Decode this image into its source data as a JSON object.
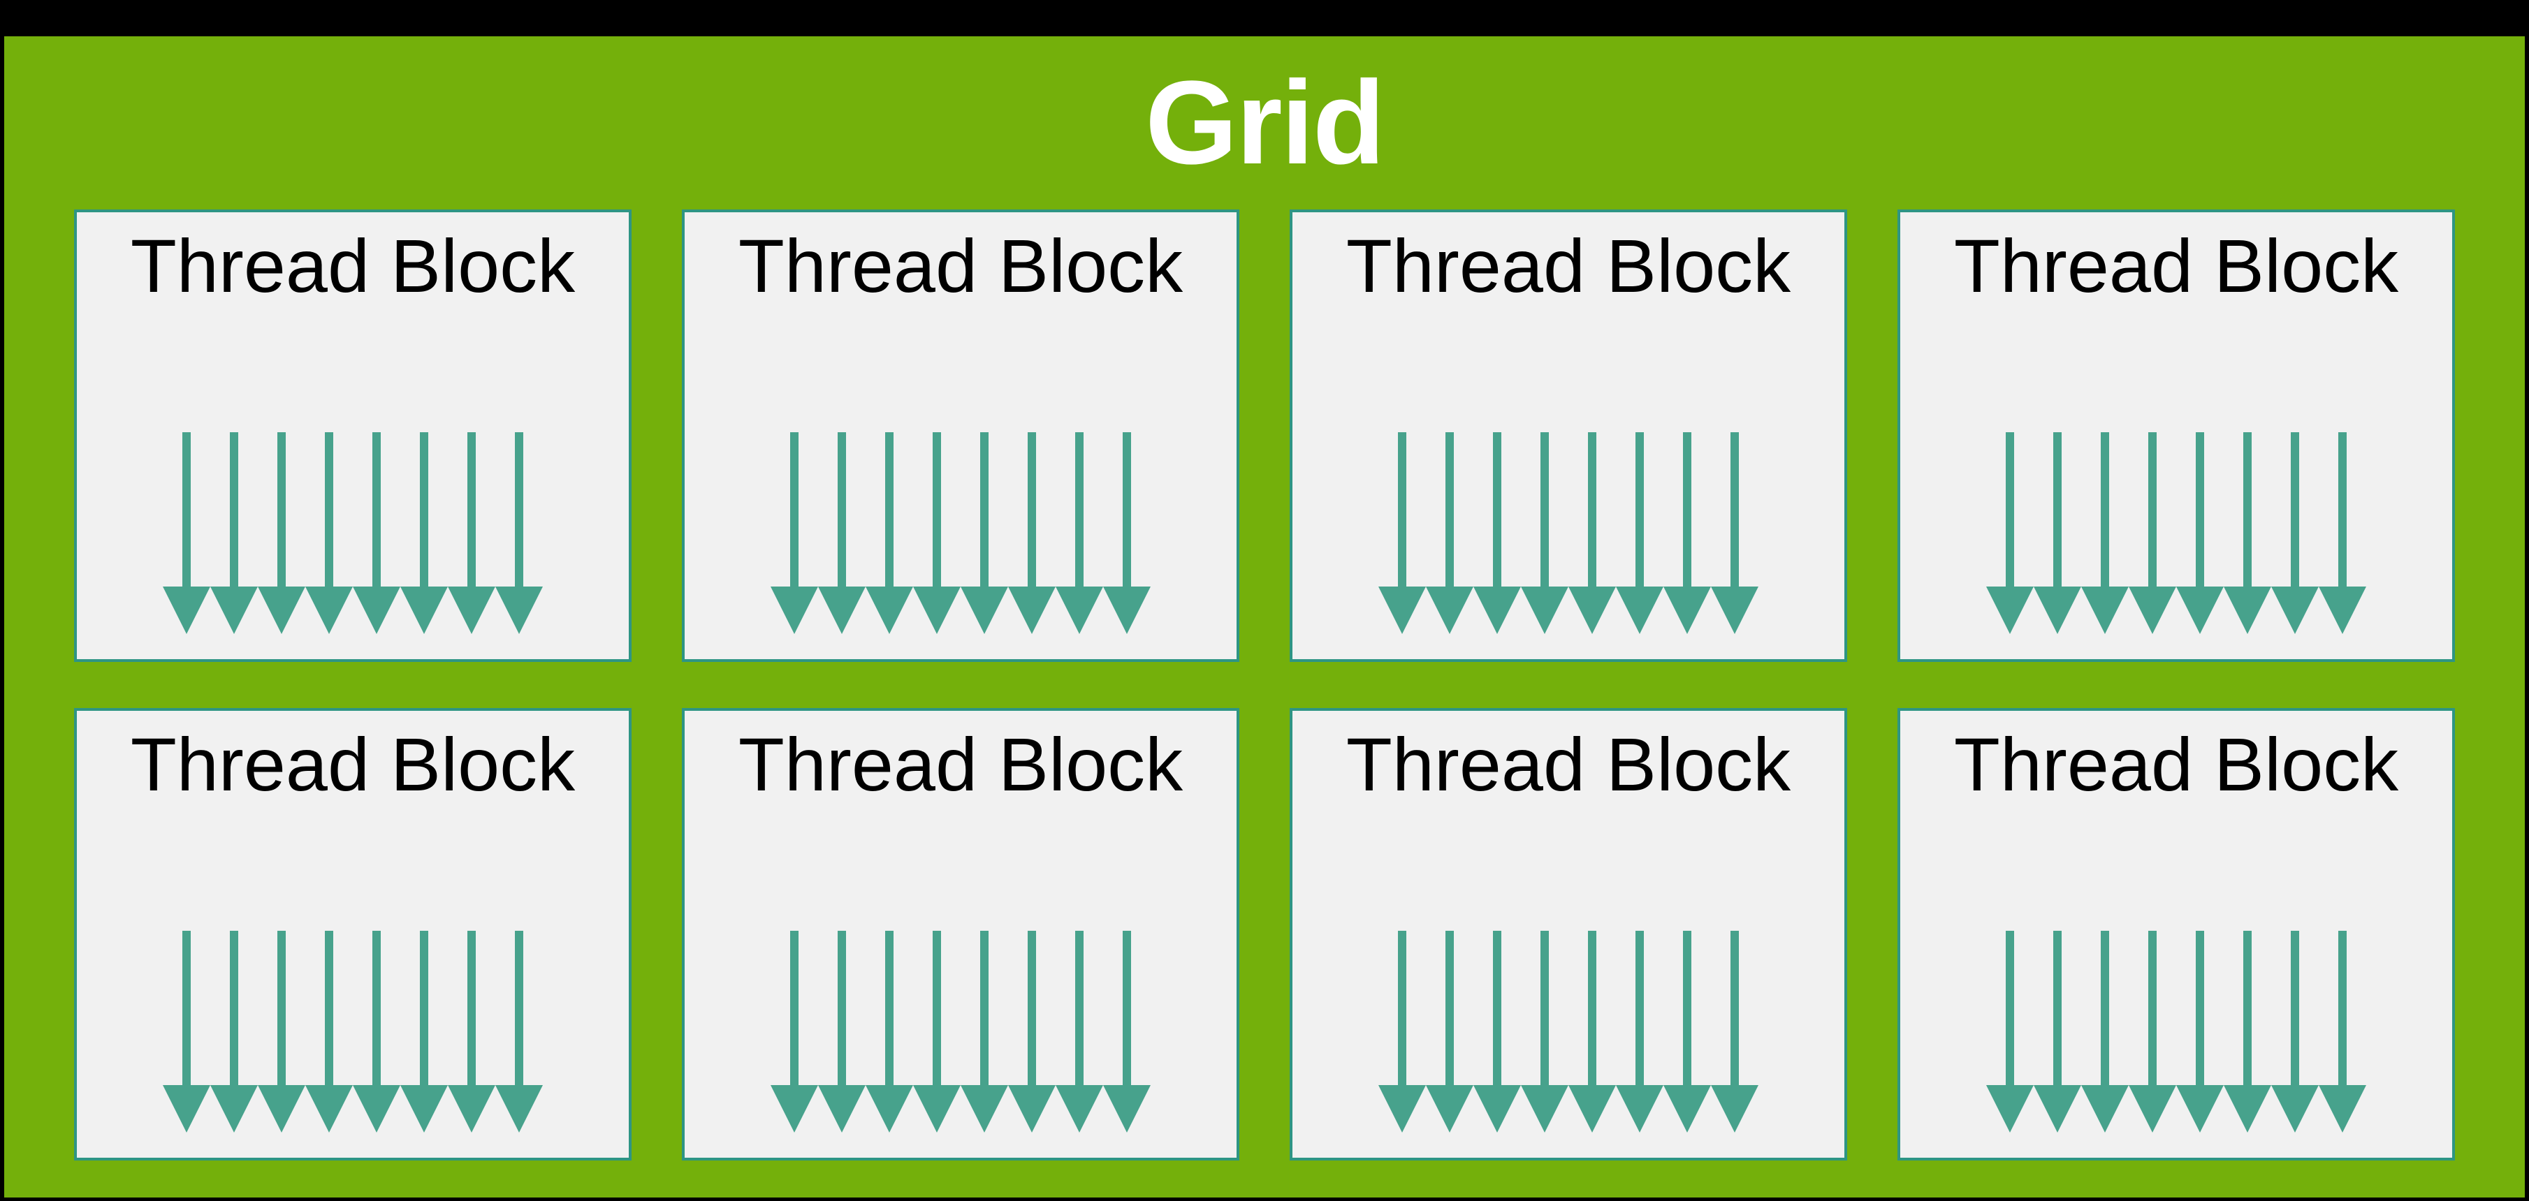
{
  "colors": {
    "frame_black": "#000000",
    "panel_green": "#74b00b",
    "title_color": "#ffffff",
    "block_fill": "#f1f1f1",
    "block_border": "#2e9584",
    "label_color": "#000000",
    "arrow_teal": "#47a28c"
  },
  "grid": {
    "title": "Grid",
    "rows": 2,
    "columns": 4,
    "blocks": [
      {
        "label": "Thread Block",
        "threads": 8
      },
      {
        "label": "Thread Block",
        "threads": 8
      },
      {
        "label": "Thread Block",
        "threads": 8
      },
      {
        "label": "Thread Block",
        "threads": 8
      },
      {
        "label": "Thread Block",
        "threads": 8
      },
      {
        "label": "Thread Block",
        "threads": 8
      },
      {
        "label": "Thread Block",
        "threads": 8
      },
      {
        "label": "Thread Block",
        "threads": 8
      }
    ]
  }
}
